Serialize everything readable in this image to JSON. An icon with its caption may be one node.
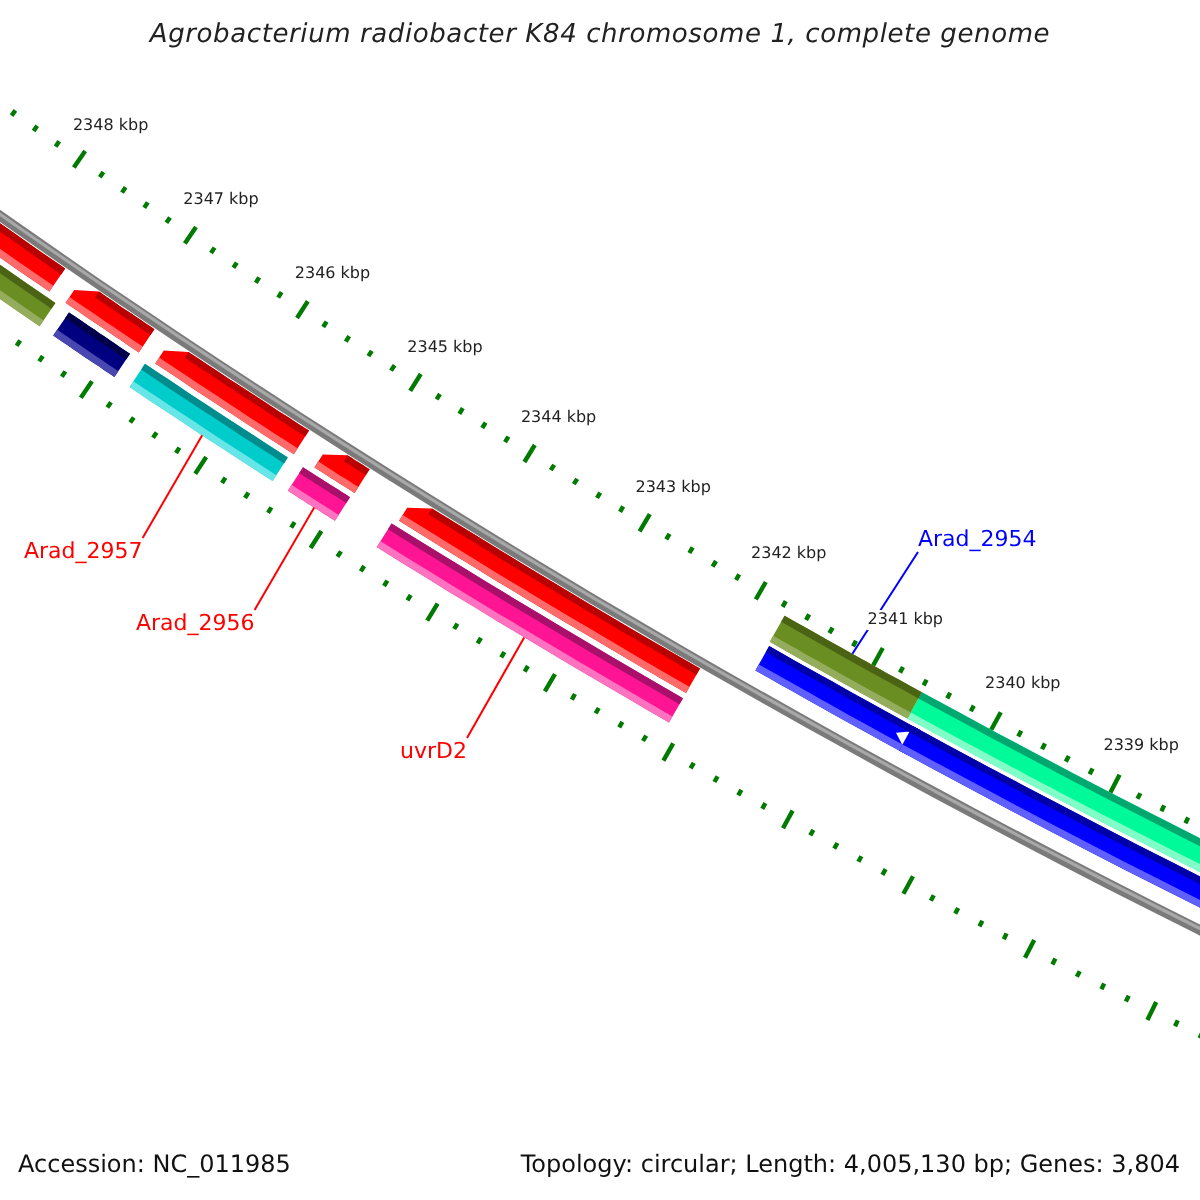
{
  "diagram": {
    "title": "Agrobacterium radiobacter K84 chromosome 1, complete genome",
    "nodes": [
      {
        "text": [
          "Arad_2957"
        ]
      },
      {
        "text": [
          "Arad_2956"
        ]
      },
      {
        "text": [
          "uvrD2"
        ]
      },
      {
        "text": [
          "Arad_2954"
        ]
      },
      {
        "text": [],
        "shape": "bar"
      },
      {
        "text": [],
        "shape": "bar"
      },
      {
        "text": [],
        "shape": "bar"
      },
      {
        "text": [],
        "shape": "bar"
      }
    ],
    "edges": [
      {
        "from": 0,
        "to": 4,
        "arrow": "none"
      },
      {
        "from": 1,
        "to": 5,
        "arrow": "none"
      },
      {
        "from": 2,
        "to": 6,
        "arrow": "none"
      },
      {
        "from": 3,
        "to": 7,
        "arrow": "none",
        "color": "#0000ff"
      }
    ],
    "labels": [
      "2348 kbp",
      "2347 kbp",
      "2346 kbp",
      "2345 kbp",
      "2344 kbp",
      "2343 kbp",
      "2342 kbp",
      "2341 kbp",
      "2340 kbp",
      "2339 kbp",
      "Accession: NC_011985",
      "Topology: circular; Length: 4,005,130 bp; Genes: 3,804"
    ]
  }
}
